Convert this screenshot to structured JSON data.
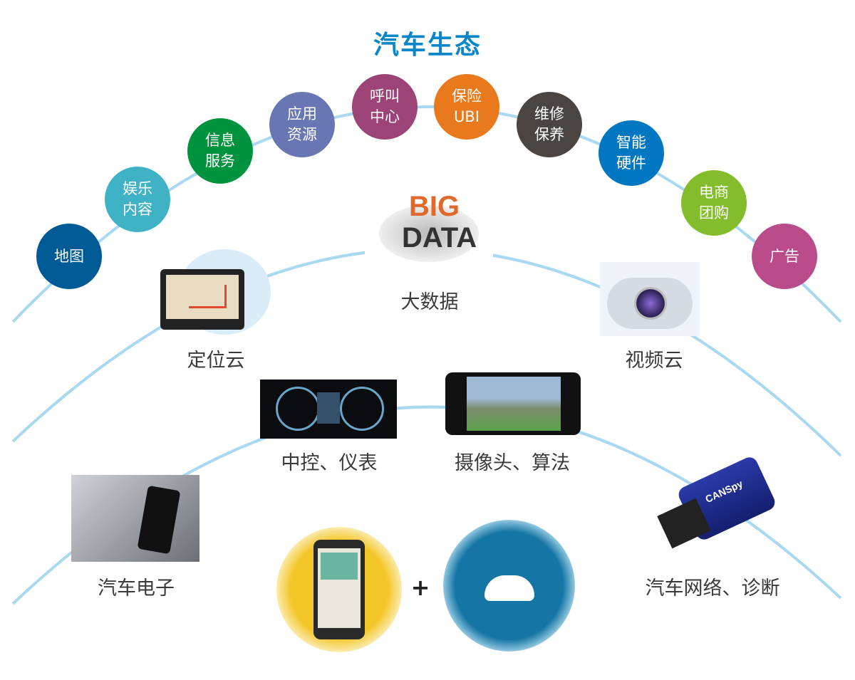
{
  "title": "汽车生态",
  "bubbles": [
    {
      "text": "地图",
      "color": "#005a96"
    },
    {
      "text": "娱乐\n内容",
      "color": "#3fb3c5"
    },
    {
      "text": "信息\n服务",
      "color": "#00933e"
    },
    {
      "text": "应用\n资源",
      "color": "#6877b3"
    },
    {
      "text": "呼叫\n中心",
      "color": "#9c4478"
    },
    {
      "text": "保险\nUBI",
      "color": "#e8791c"
    },
    {
      "text": "维修\n保养",
      "color": "#4a4541"
    },
    {
      "text": "智能\n硬件",
      "color": "#0077c0"
    },
    {
      "text": "电商\n团购",
      "color": "#84bd2c"
    },
    {
      "text": "广告",
      "color": "#b94b8b"
    }
  ],
  "labels": {
    "big_data": "大数据",
    "location_cloud": "定位云",
    "video_cloud": "视频云",
    "console": "中控、仪表",
    "camera": "摄像头、算法",
    "car_electronics": "汽车电子",
    "car_network": "汽车网络、诊断"
  },
  "big_data_logo": {
    "line1": "BIG",
    "line2": "DATA"
  },
  "device_brand": "CANSpy",
  "plus": "+",
  "arc_color": "#a8d8f2"
}
